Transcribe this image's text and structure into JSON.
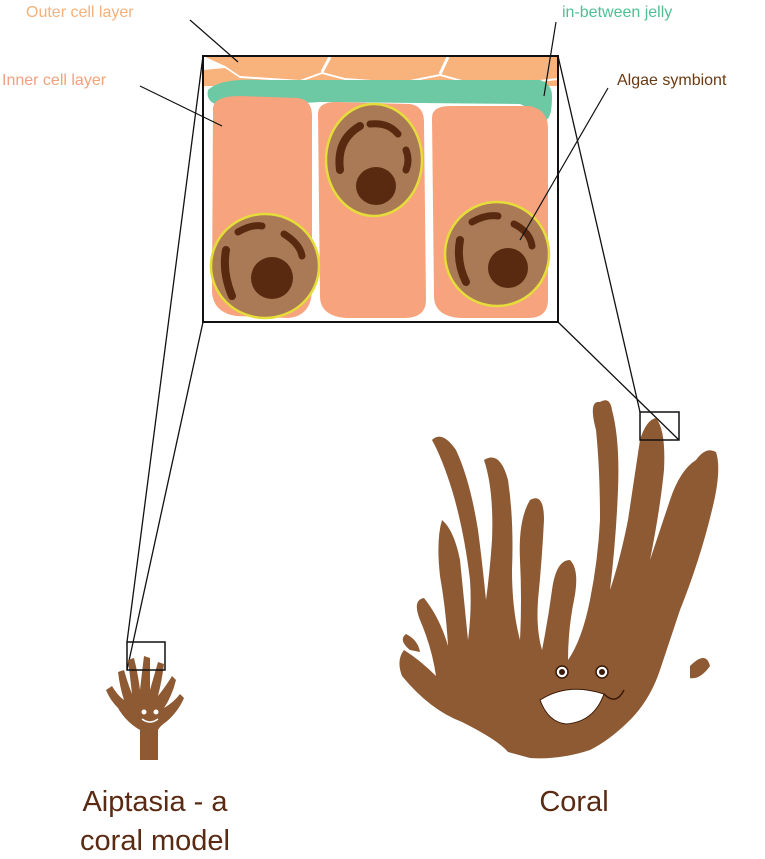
{
  "labels": {
    "outer_cell_layer": "Outer cell layer",
    "in_between_jelly": "in-between jelly",
    "inner_cell_layer": "Inner cell layer",
    "algae_symbiont": "Algae symbiont",
    "aiptasia_line1": "Aiptasia - a",
    "aiptasia_line2": "coral model",
    "coral": "Coral"
  },
  "colors": {
    "outer_cell": "#f8b27c",
    "inner_cell": "#f6a37e",
    "jelly": "#6cc9a4",
    "algae_fill": "#a97a55",
    "algae_ring": "#e6dc3a",
    "algae_dark": "#5a2a10",
    "coral_brown": "#8e5a34",
    "outer_label": "#f6b07a",
    "jelly_label": "#4fbf92",
    "inner_label": "#f3a07e",
    "algae_label": "#6a3a12",
    "title_label": "#5a2a12"
  }
}
